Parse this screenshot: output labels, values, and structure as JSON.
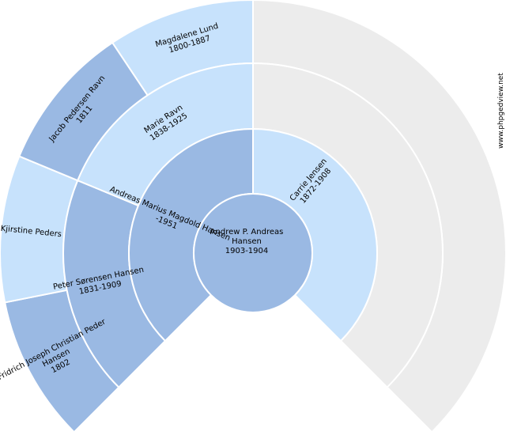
{
  "watermark": "www.phpgedview.net",
  "colors": {
    "male": "#9ab9e3",
    "female": "#c7e2fc",
    "empty": "#ececec"
  },
  "people": {
    "root": {
      "lines": [
        "Andrew P. Andreas",
        "Hansen",
        "1903-1904"
      ],
      "sex": "male"
    },
    "father": {
      "lines": [
        "Andreas Marius Magdold Hansen",
        "-1951"
      ],
      "sex": "male"
    },
    "mother": {
      "lines": [
        "Carrie Jensen",
        "1872-1908"
      ],
      "sex": "female"
    },
    "ff": {
      "lines": [
        "Peter Sørensen Hansen",
        "1831-1909"
      ],
      "sex": "male"
    },
    "fm": {
      "lines": [
        "Marie Ravn",
        "1838-1925"
      ],
      "sex": "female"
    },
    "fff": {
      "lines": [
        "Fridrich Joseph Christian Peder",
        "Hansen",
        "1802"
      ],
      "sex": "male"
    },
    "ffm": {
      "lines": [
        "Kjirstine Peders"
      ],
      "sex": "female"
    },
    "fmf": {
      "lines": [
        "Jacob Pedersen Ravn",
        "1811"
      ],
      "sex": "male"
    },
    "fmm": {
      "lines": [
        "Magdalene Lund",
        "1800-1887"
      ],
      "sex": "female"
    }
  }
}
